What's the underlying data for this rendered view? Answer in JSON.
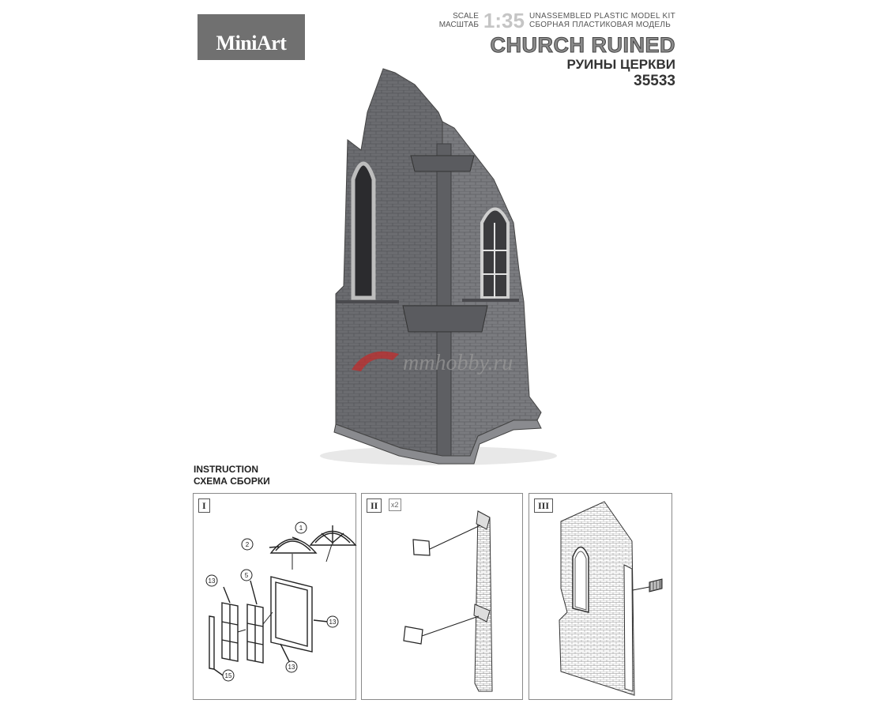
{
  "brand": {
    "name": "MiniArt"
  },
  "header": {
    "scale_en": "SCALE",
    "scale_ru": "МАСШТАБ",
    "scale_value": "1:35",
    "kit_en": "UNASSEMBLED PLASTIC MODEL KIT",
    "kit_ru": "СБОРНАЯ ПЛАСТИКОВАЯ МОДЕЛЬ",
    "title_en": "CHURCH RUINED",
    "title_ru": "РУИНЫ ЦЕРКВИ",
    "kit_number": "35533"
  },
  "watermark": {
    "text": "mmhobby.ru"
  },
  "instruction": {
    "label_en": "INSTRUCTION",
    "label_ru": "СХЕМА СБОРКИ",
    "steps": [
      {
        "step": "I",
        "part_numbers": [
          "1",
          "2",
          "5",
          "13",
          "13",
          "13",
          "15"
        ]
      },
      {
        "step": "II",
        "multiplier": "x2"
      },
      {
        "step": "III"
      }
    ]
  },
  "colors": {
    "logo_bg": "#707070",
    "wall": "#6f7074",
    "panel_border": "#8a8a8a"
  }
}
